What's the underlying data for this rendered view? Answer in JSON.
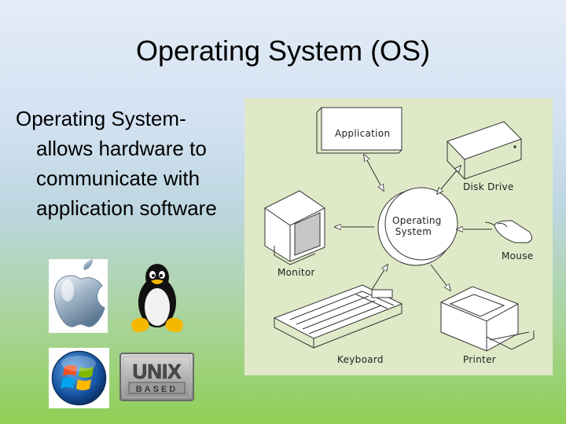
{
  "slide": {
    "title": "Operating System (OS)",
    "bullet_first": "Operating System-",
    "bullet_rest": "allows hardware to communicate with application software"
  },
  "logos": {
    "unix_top": "UNIX",
    "unix_bottom": "BASED"
  },
  "diagram": {
    "center": "Operating System",
    "center_line1": "Operating",
    "center_line2": "System",
    "nodes": {
      "application": "Application",
      "disk_drive": "Disk Drive",
      "mouse": "Mouse",
      "monitor": "Monitor",
      "keyboard": "Keyboard",
      "printer": "Printer"
    }
  },
  "icons": [
    "apple-logo-icon",
    "tux-penguin-icon",
    "windows-logo-icon",
    "unix-badge-icon",
    "monitor-icon",
    "disk-drive-icon",
    "mouse-icon",
    "keyboard-icon",
    "printer-icon"
  ],
  "colors": {
    "diagram_bg": "#dfe9c7",
    "line": "#333333"
  }
}
